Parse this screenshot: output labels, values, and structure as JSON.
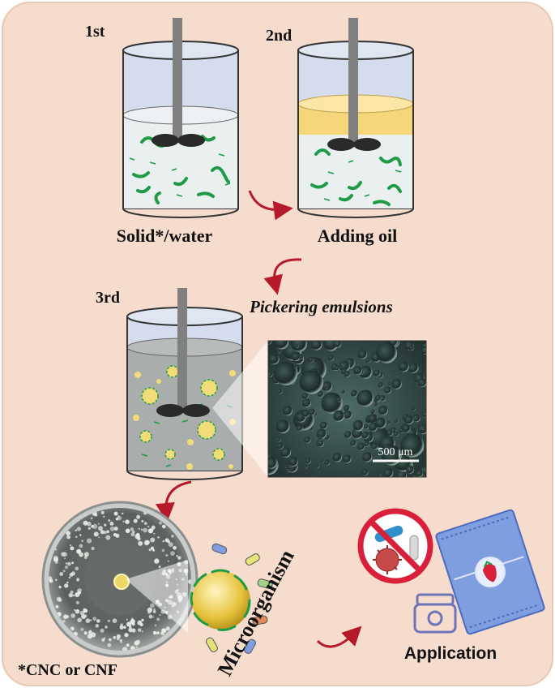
{
  "steps": {
    "first": {
      "number": "1st",
      "label": "Solid*/water"
    },
    "second": {
      "number": "2nd",
      "label": "Adding oil"
    },
    "third": {
      "number": "3rd",
      "label": "Pickering emulsions"
    }
  },
  "micrograph": {
    "scale_bar": "500 μm"
  },
  "microorganism_label": "Microorganism",
  "application_label": "Application",
  "footnote": "*CNC or CNF",
  "colors": {
    "background": "#f6dccd",
    "glass_top": "#d4dced",
    "water": "#eaeff0",
    "oil": "#f6d67a",
    "emulsion": "#a9adab",
    "rod": "#808080",
    "fiber_green": "#1f9b47",
    "arrow_red": "#b5192a",
    "prohibit_red": "#d8203a",
    "package_blue": "#7f9ee0",
    "droplet_yellow": "#f2dc78"
  }
}
